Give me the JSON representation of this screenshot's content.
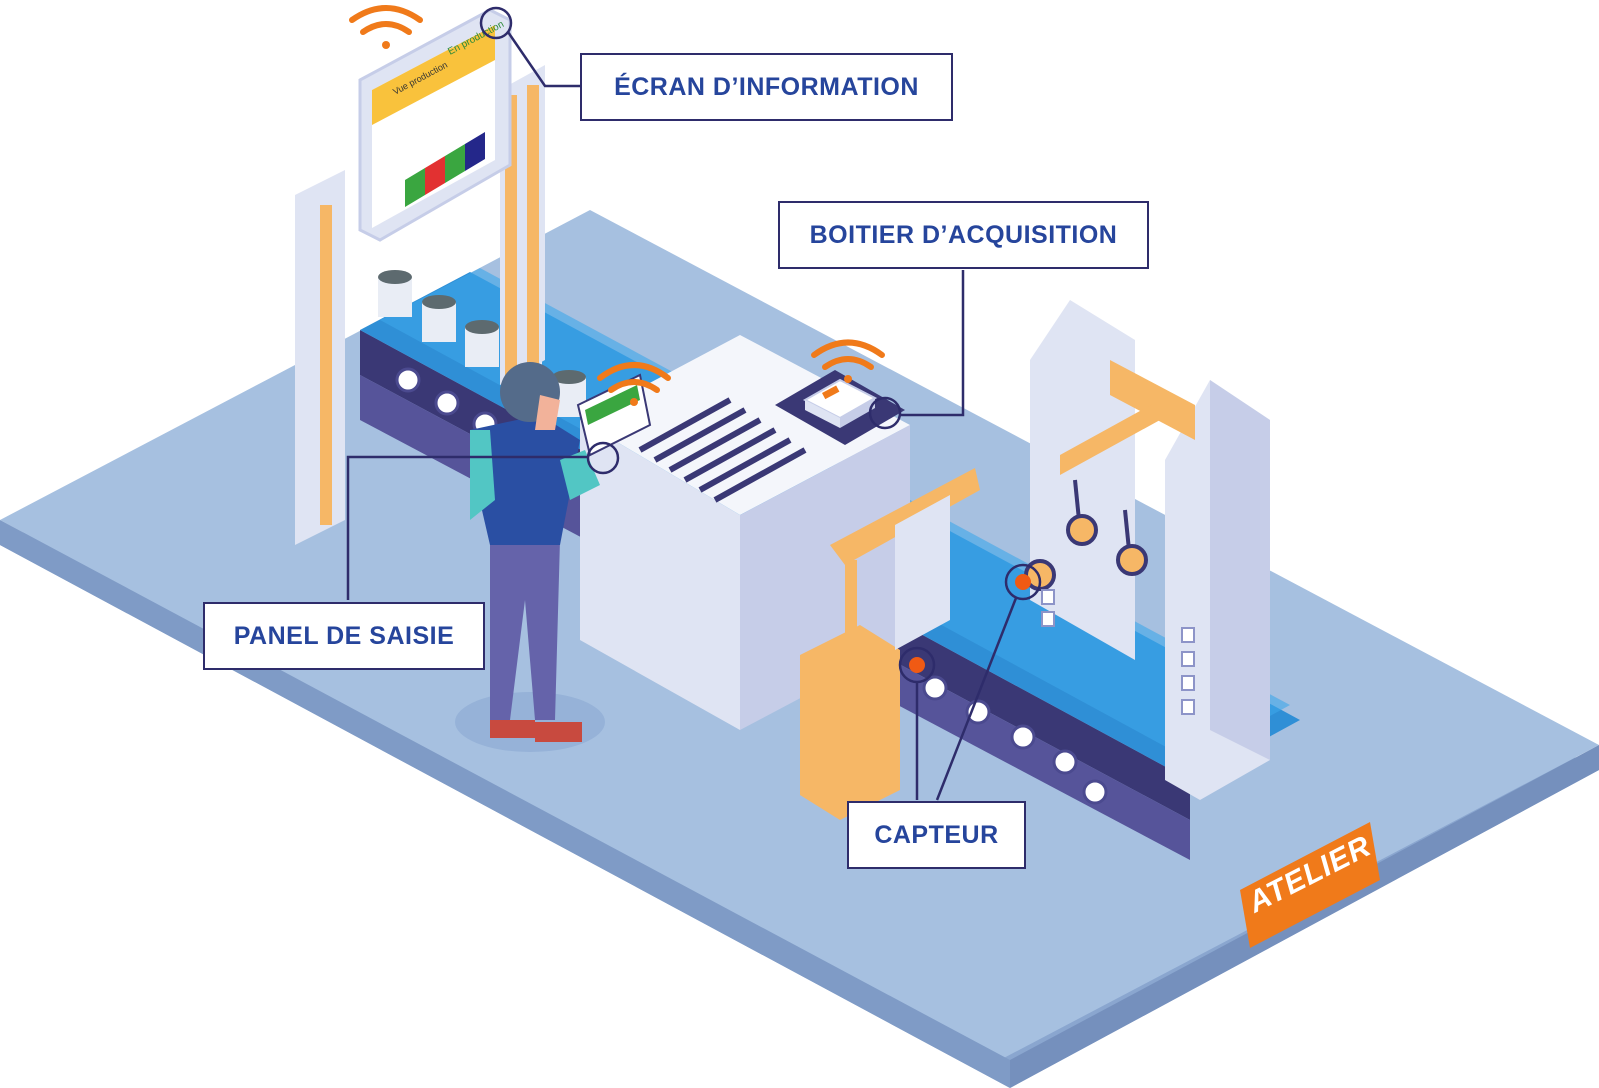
{
  "callouts": {
    "ecran": "ÉCRAN D’INFORMATION",
    "boitier": "BOITIER D’ACQUISITION",
    "panel": "PANEL DE SAISIE",
    "capteur": "CAPTEUR"
  },
  "badge": "ATELIER",
  "screen": {
    "status": "En production",
    "title": "Vue production"
  },
  "colors": {
    "floor": "#a6c0e0",
    "floor_edge": "#8aa6cf",
    "conveyor": "#2f8fd6",
    "accent": "#f07a1a",
    "callout_text": "#26459c",
    "callout_border": "#2e2c6b",
    "machine": "#dfe4f3",
    "orange_bar": "#f6b766"
  },
  "icons": [
    "wifi-icon",
    "sensor-dot-icon",
    "acquisition-box-icon",
    "tablet-icon",
    "screen-icon",
    "robot-arm-icon"
  ]
}
